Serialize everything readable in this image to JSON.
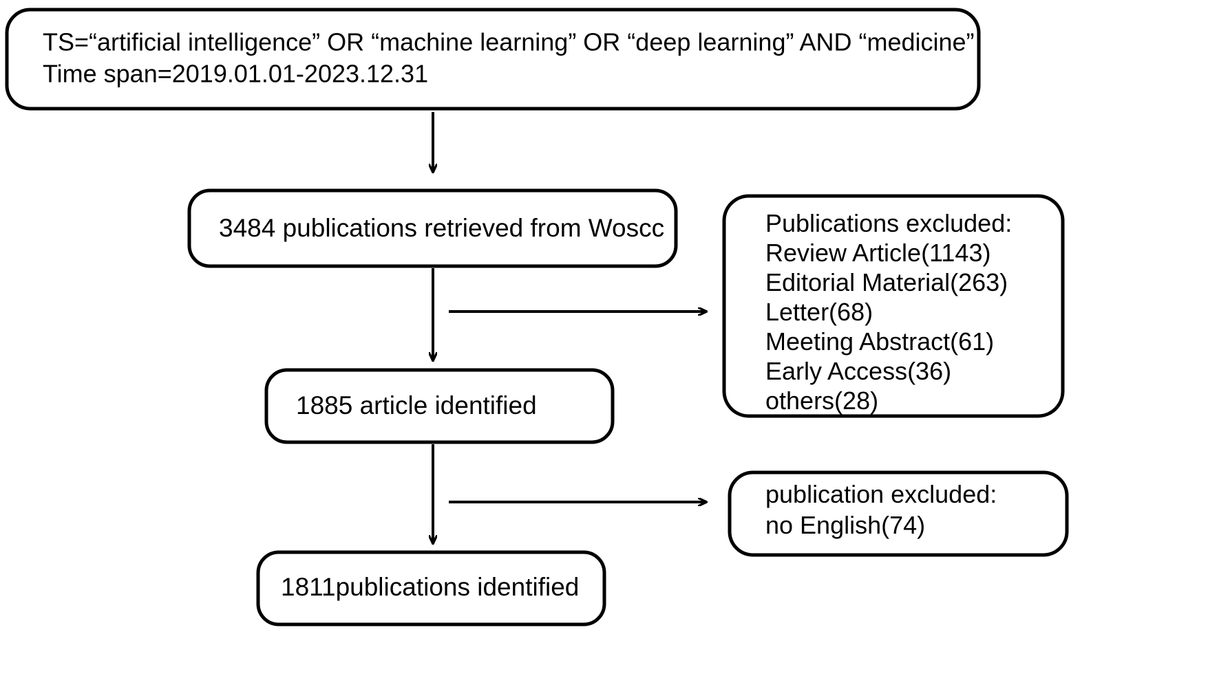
{
  "diagram": {
    "title": "Literature screening flowchart",
    "stroke_color": "#000000",
    "background_color": "#ffffff",
    "nodes": {
      "search_query": {
        "lines": [
          "TS=“artificial intelligence” OR “machine learning” OR “deep learning” AND “medicine”",
          "Time span=2019.01.01-2023.12.31"
        ]
      },
      "retrieved": {
        "label": "3484 publications retrieved from Woscc",
        "count": 3484,
        "source": "Woscc"
      },
      "excluded_types": {
        "lines": [
          "Publications excluded:",
          "Review Article(1143)",
          "Editorial Material(263)",
          "Letter(68)",
          "Meeting Abstract(61)",
          "Early Access(36)",
          "others(28)"
        ],
        "items": [
          {
            "label": "Review Article",
            "count": 1143
          },
          {
            "label": "Editorial Material",
            "count": 263
          },
          {
            "label": "Letter",
            "count": 68
          },
          {
            "label": "Meeting Abstract",
            "count": 61
          },
          {
            "label": "Early Access",
            "count": 36
          },
          {
            "label": "others",
            "count": 28
          }
        ]
      },
      "identified_articles": {
        "label": "1885 article identified",
        "count": 1885
      },
      "excluded_language": {
        "lines": [
          "publication  excluded:",
          "no English(74)"
        ],
        "items": [
          {
            "label": "no English",
            "count": 74
          }
        ]
      },
      "final_publications": {
        "label": "1811publications identified",
        "count": 1811
      }
    },
    "edges": [
      {
        "from": "search_query",
        "to": "retrieved",
        "direction": "down"
      },
      {
        "from": "retrieved",
        "to": "identified_articles",
        "direction": "down"
      },
      {
        "from": "retrieved",
        "to": "excluded_types",
        "direction": "right"
      },
      {
        "from": "identified_articles",
        "to": "final_publications",
        "direction": "down"
      },
      {
        "from": "identified_articles",
        "to": "excluded_language",
        "direction": "right"
      }
    ]
  }
}
